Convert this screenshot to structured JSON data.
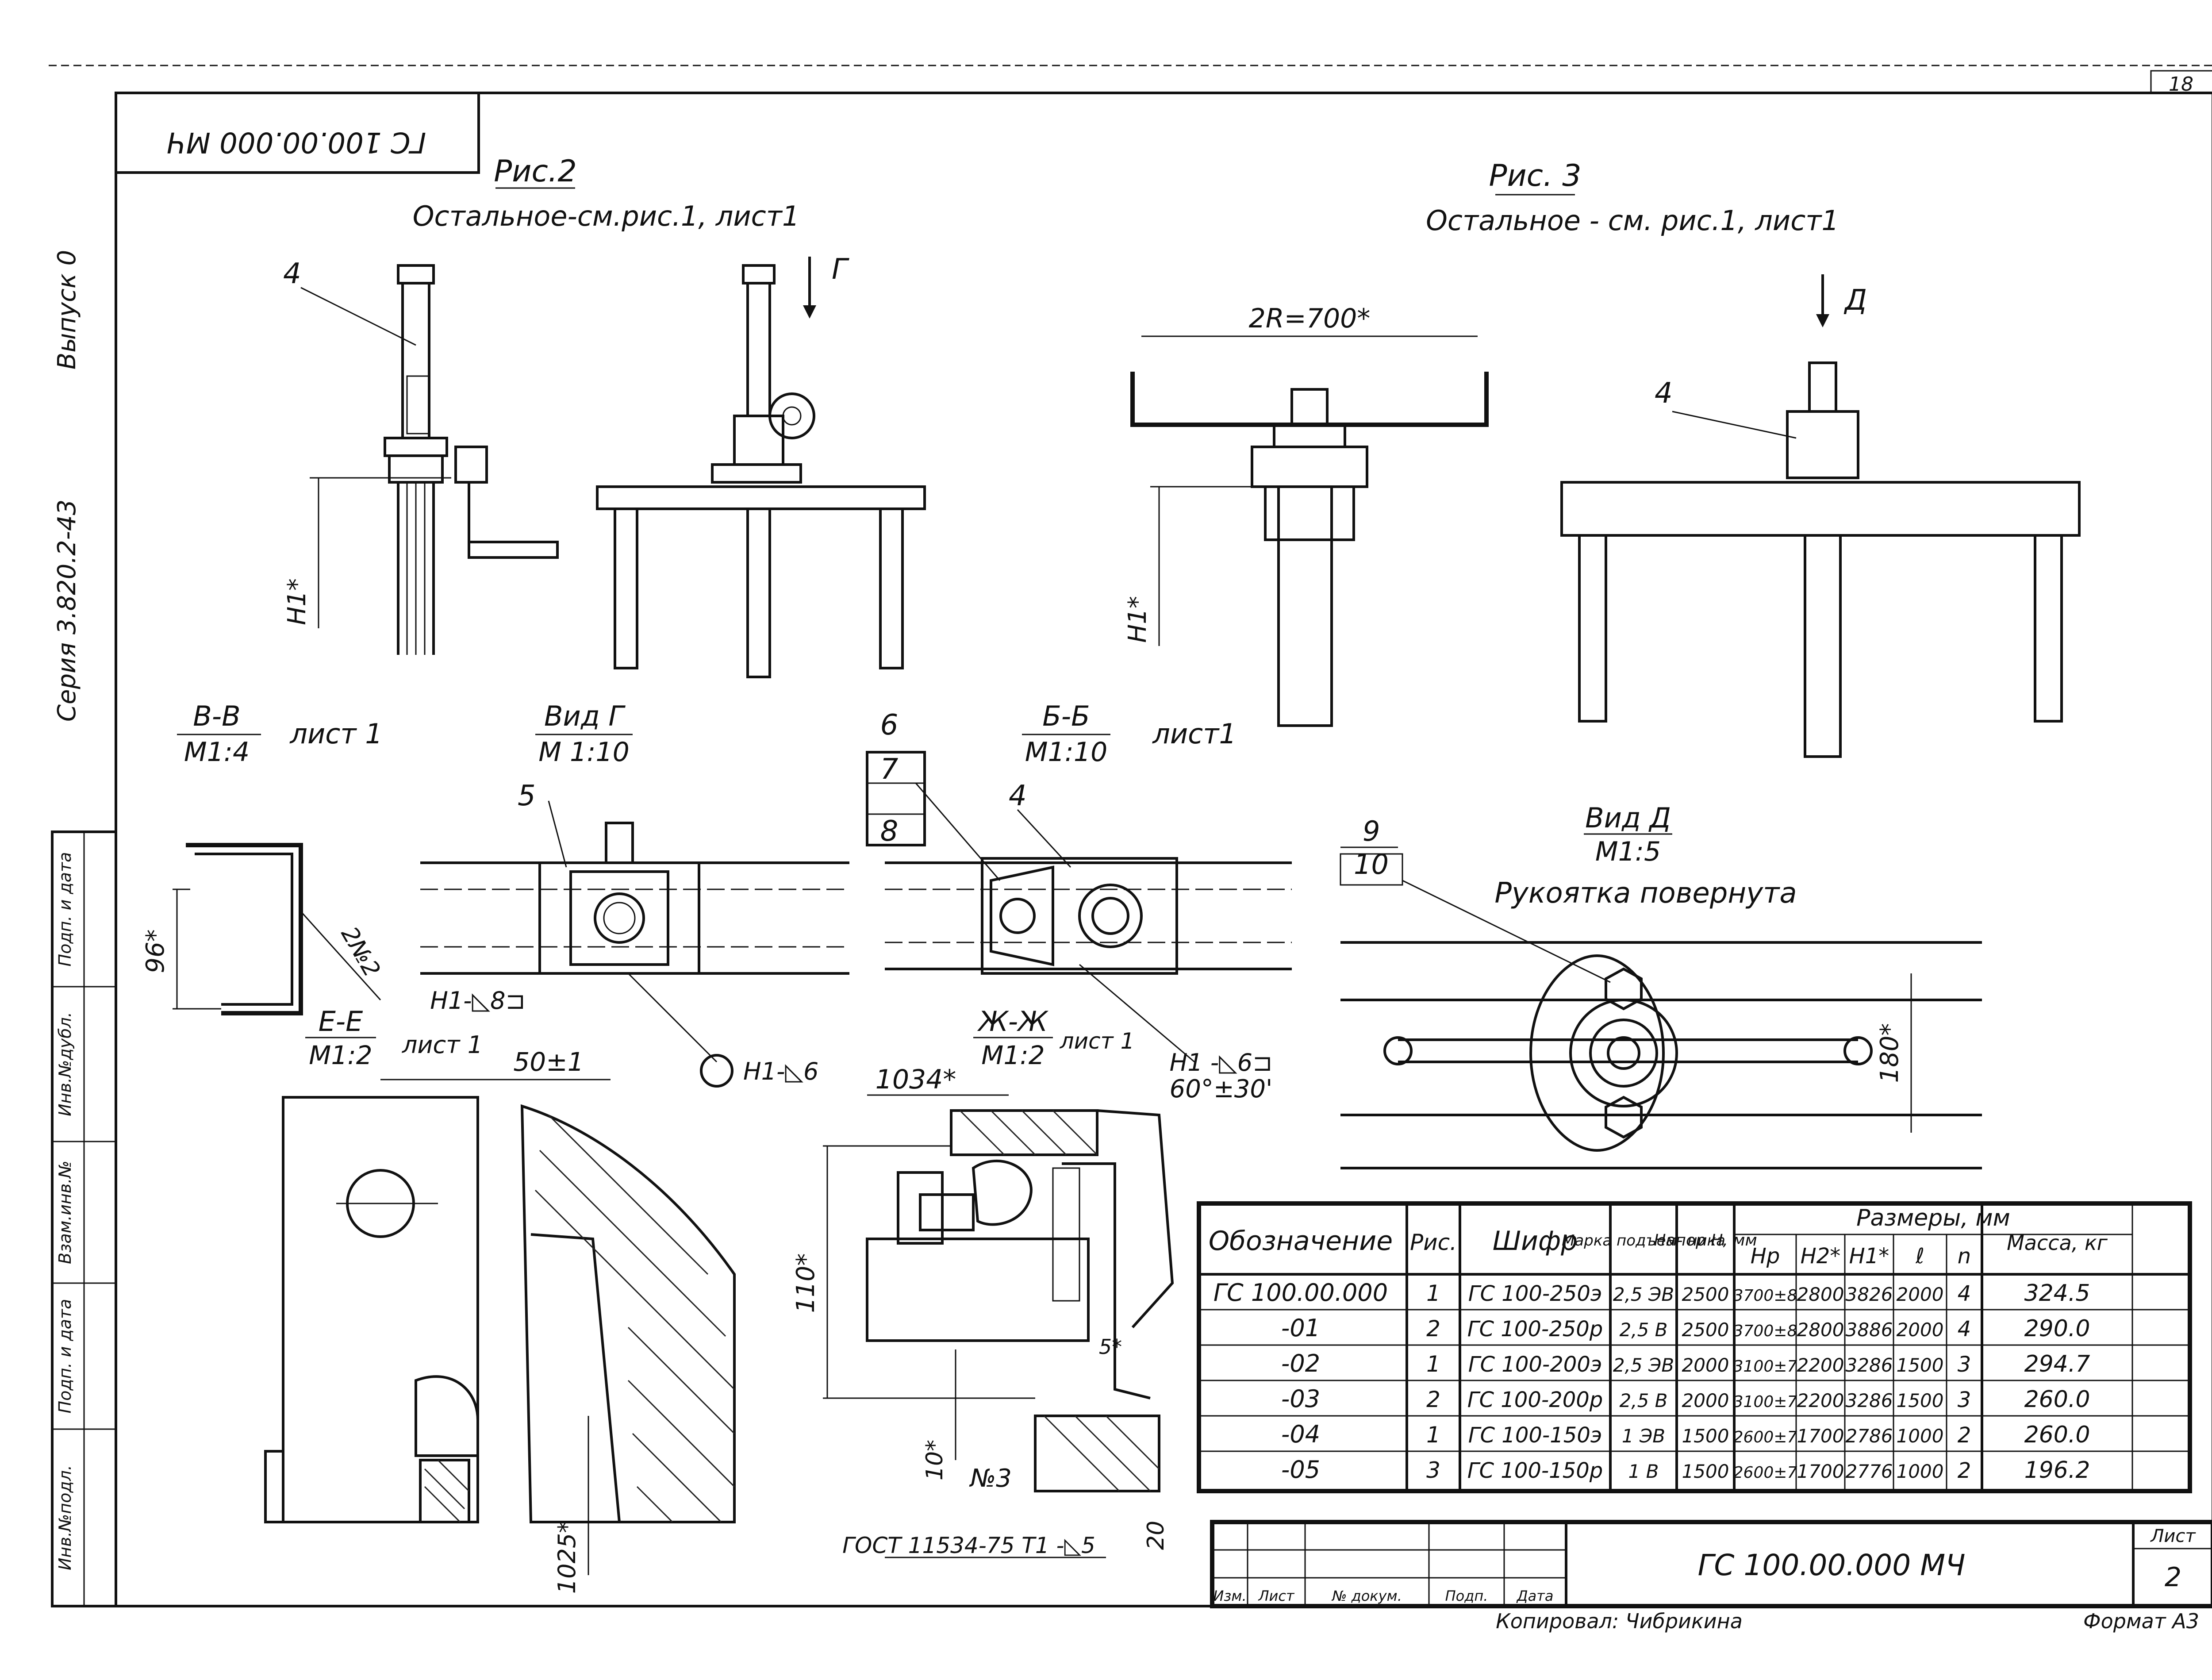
{
  "sheet_number_top": "18",
  "doc_code_stamp": "ГС 100.00.000 МЧ",
  "side": {
    "issue": "Выпуск 0",
    "series": "Серия 3.820.2-43"
  },
  "left_stamp": [
    "Инв.№подл.",
    "Подп. и дата",
    "Взам.инв.№",
    "Инв.№дубл.",
    "Подп. и дата"
  ],
  "figures": {
    "fig2_title": "Рис.2",
    "fig2_note": "Остальное-см.рис.1, лист1",
    "fig3_title": "Рис. 3",
    "fig3_note": "Остальное - см. рис.1, лист1",
    "view_g_arrow": "Г",
    "view_d_arrow": "Д",
    "dim_2r": "2R=700*",
    "h1_left": "H1*",
    "h1_right": "H1*",
    "pos_4a": "4",
    "pos_4b": "4"
  },
  "sections": {
    "vv_title": "В-В",
    "vv_scale": "М1:4",
    "vv_sheet": "лист 1",
    "vv_dim": "96*",
    "vv_note": "2№2",
    "vid_g_title": "Вид Г",
    "vid_g_scale": "М 1:10",
    "pos_5": "5",
    "weld_h1_8": "Н1-◺8⊐",
    "weld_h1_6_circle": "Н1-◺6",
    "bb_title": "Б-Б",
    "bb_scale": "М1:10",
    "bb_sheet": "лист1",
    "pos_6": "6",
    "pos_7": "7",
    "pos_8": "8",
    "pos_4c": "4",
    "weld_h1_6": "Н1 -◺6⊐",
    "vid_d_title": "Вид Д",
    "vid_d_scale": "М1:5",
    "handle_note": "Рукоятка повернута",
    "pos_9": "9",
    "pos_10": "10",
    "dim_180": "180*",
    "ee_title": "Е-Е",
    "ee_scale": "М1:2",
    "ee_sheet": "лист 1",
    "dim_50": "50±1",
    "dim_1025": "1025*",
    "zhzh_title": "Ж-Ж",
    "zhzh_scale": "М1:2",
    "zhzh_sheet": "лист 1",
    "dim_1034": "1034*",
    "dim_60": "60°±30'",
    "dim_110": "110*",
    "dim_5": "5*",
    "dim_10": "10*",
    "dim_20": "20",
    "no3": "№3",
    "gost": "ГОСТ 11534-75 Т1 -◺5"
  },
  "table": {
    "headers": {
      "designation": "Обозначение",
      "fig": "Рис.",
      "code": "Шифр",
      "brand": "Марка подъем- ника",
      "head": "Напор Н, мм",
      "dims": "Размеры, мм",
      "hp": "Нр",
      "h2": "Н2*",
      "h1": "Н1*",
      "l": "ℓ",
      "n": "n",
      "mass": "Масса, кг"
    },
    "rows": [
      [
        "ГС 100.00.000",
        "1",
        "ГС 100-250э",
        "2,5 ЭВ",
        "2500",
        "3700±8",
        "2800",
        "3826",
        "2000",
        "4",
        "324.5"
      ],
      [
        "-01",
        "2",
        "ГС 100-250р",
        "2,5 В",
        "2500",
        "3700±8",
        "2800",
        "3886",
        "2000",
        "4",
        "290.0"
      ],
      [
        "-02",
        "1",
        "ГС 100-200э",
        "2,5 ЭВ",
        "2000",
        "3100±7",
        "2200",
        "3286",
        "1500",
        "3",
        "294.7"
      ],
      [
        "-03",
        "2",
        "ГС 100-200р",
        "2,5 В",
        "2000",
        "3100±7",
        "2200",
        "3286",
        "1500",
        "3",
        "260.0"
      ],
      [
        "-04",
        "1",
        "ГС 100-150э",
        "1 ЭВ",
        "1500",
        "2600±7",
        "1700",
        "2786",
        "1000",
        "2",
        "260.0"
      ],
      [
        "-05",
        "3",
        "ГС 100-150р",
        "1 В",
        "1500",
        "2600±7",
        "1700",
        "2776",
        "1000",
        "2",
        "196.2"
      ]
    ]
  },
  "title_block": {
    "code": "ГС 100.00.000 МЧ",
    "sheet_label": "Лист",
    "sheet_no": "2",
    "cols": [
      "Изм.",
      "Лист",
      "№ докум.",
      "Подп.",
      "Дата"
    ],
    "copied": "Копировал: Чибрикина",
    "format": "Формат А3"
  }
}
